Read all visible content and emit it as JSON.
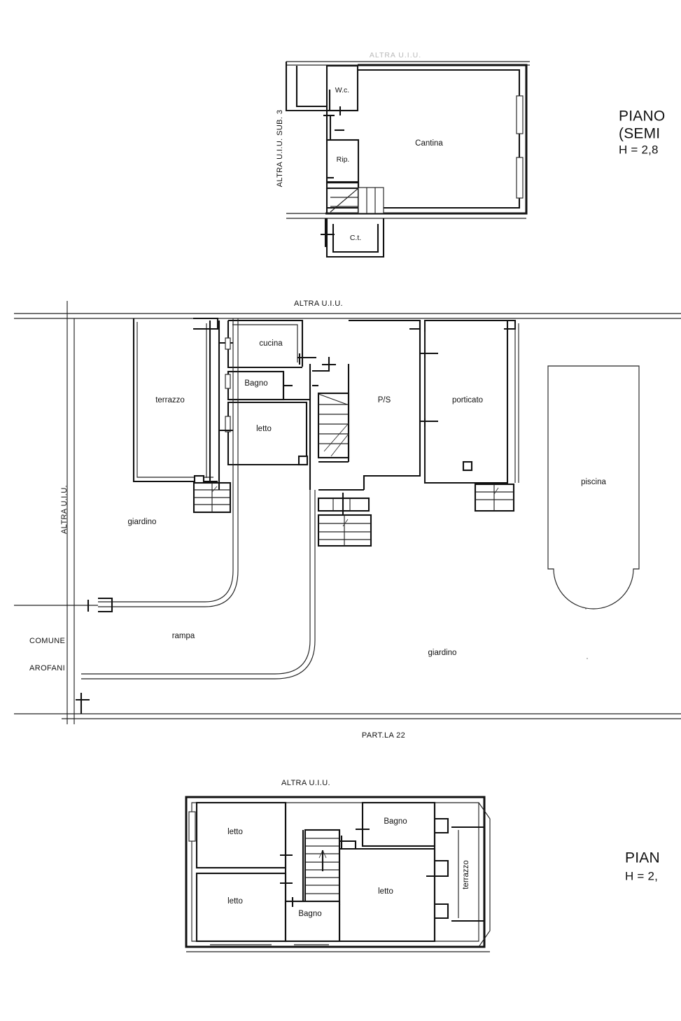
{
  "document": {
    "type": "planimetria-catastale",
    "background_color": "#ffffff",
    "line_color": "#111111"
  },
  "floors": [
    {
      "id": "seminterrato",
      "title_lines": [
        "PIANO",
        "(SEMI",
        "H = 2,8"
      ],
      "title_note": "text is cropped at the right page margin",
      "edge_labels": [
        {
          "text": "ALTRA U.I.U.",
          "position": "top",
          "faded": true
        },
        {
          "text": "ALTRA U.I.U. SUB. 3",
          "position": "left",
          "rotated": true
        }
      ],
      "rooms": [
        {
          "name": "Cantina"
        },
        {
          "name": "W.c."
        },
        {
          "name": "Rip."
        },
        {
          "name": "C.t."
        }
      ]
    },
    {
      "id": "piano-terra",
      "edge_labels": [
        {
          "text": "ALTRA U.I.U.",
          "position": "top"
        },
        {
          "text": "ALTRA U.I.U.",
          "position": "left",
          "rotated": true
        },
        {
          "text": "COMUNE",
          "position": "left"
        },
        {
          "text": "AROFANI",
          "position": "left"
        },
        {
          "text": "PART.LA 22",
          "position": "bottom"
        }
      ],
      "rooms": [
        {
          "name": "terrazzo"
        },
        {
          "name": "cucina"
        },
        {
          "name": "Bagno"
        },
        {
          "name": "letto"
        },
        {
          "name": "P/S"
        },
        {
          "name": "porticato"
        },
        {
          "name": "piscina"
        },
        {
          "name": "giardino"
        },
        {
          "name": "rampa"
        },
        {
          "name": "giardino"
        }
      ]
    },
    {
      "id": "piano-primo",
      "title_lines": [
        "PIAN",
        "H = 2,"
      ],
      "title_note": "text is cropped at the right page margin",
      "edge_labels": [
        {
          "text": "ALTRA U.I.U.",
          "position": "top"
        }
      ],
      "rooms": [
        {
          "name": "letto"
        },
        {
          "name": "letto"
        },
        {
          "name": "Bagno"
        },
        {
          "name": "Bagno"
        },
        {
          "name": "letto"
        },
        {
          "name": "terrazzo"
        }
      ]
    }
  ],
  "labels": {
    "cantina": "Cantina",
    "wc": "W.c.",
    "rip": "Rip.",
    "ct": "C.t.",
    "altra_uiu": "ALTRA U.I.U.",
    "altra_uiu_sub3": "ALTRA U.I.U. SUB. 3",
    "terrazzo": "terrazzo",
    "cucina": "cucina",
    "bagno": "Bagno",
    "letto": "letto",
    "ps": "P/S",
    "porticato": "porticato",
    "piscina": "piscina",
    "giardino": "giardino",
    "rampa": "rampa",
    "comune": "COMUNE",
    "garofani": "AROFANI",
    "partla": "PART.LA 22",
    "piano_seminterrato_1": "PIANO",
    "piano_seminterrato_2": "(SEMI",
    "piano_seminterrato_3": "H = 2,8",
    "piano_primo_1": "PIAN",
    "piano_primo_2": "H = 2,"
  }
}
